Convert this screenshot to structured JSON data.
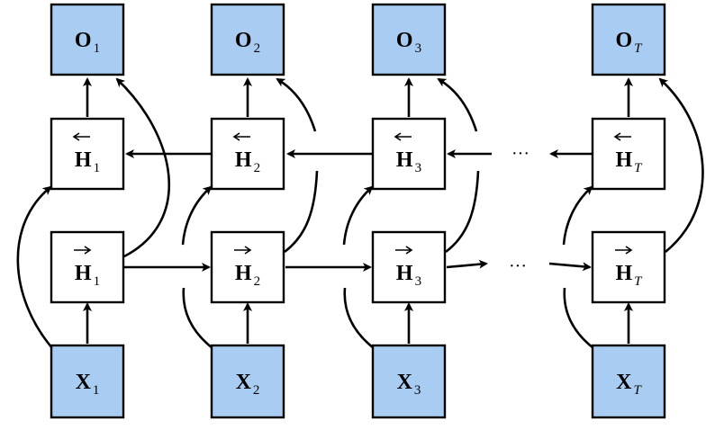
{
  "nodes": {
    "outputs": [
      {
        "main": "O",
        "sub": "1"
      },
      {
        "main": "O",
        "sub": "2"
      },
      {
        "main": "O",
        "sub": "3"
      },
      {
        "main": "O",
        "sub": "T"
      }
    ],
    "backward": [
      {
        "main": "H",
        "sub": "1"
      },
      {
        "main": "H",
        "sub": "2"
      },
      {
        "main": "H",
        "sub": "3"
      },
      {
        "main": "H",
        "sub": "T"
      }
    ],
    "forward": [
      {
        "main": "H",
        "sub": "1"
      },
      {
        "main": "H",
        "sub": "2"
      },
      {
        "main": "H",
        "sub": "3"
      },
      {
        "main": "H",
        "sub": "T"
      }
    ],
    "inputs": [
      {
        "main": "X",
        "sub": "1"
      },
      {
        "main": "X",
        "sub": "2"
      },
      {
        "main": "X",
        "sub": "3"
      },
      {
        "main": "X",
        "sub": "T"
      }
    ]
  },
  "ellipsis": {
    "backward": "···",
    "forward": "···"
  },
  "colors": {
    "io_fill": "#a9cdf2",
    "hidden_fill": "#ffffff",
    "stroke": "#000000"
  }
}
